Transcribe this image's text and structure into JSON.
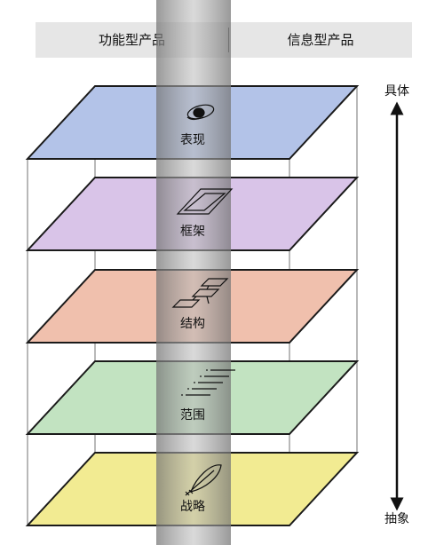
{
  "header": {
    "left_label": "功能型产品",
    "right_label": "信息型产品"
  },
  "axis": {
    "top_label": "具体",
    "bottom_label": "抽象"
  },
  "layers": [
    {
      "label": "表现",
      "color": "#b3c3e8",
      "icon": "eye-icon"
    },
    {
      "label": "框架",
      "color": "#d9c4e8",
      "icon": "wireframe-icon"
    },
    {
      "label": "结构",
      "color": "#f0c0ad",
      "icon": "flowchart-icon"
    },
    {
      "label": "范围",
      "color": "#c2e3c1",
      "icon": "list-icon"
    },
    {
      "label": "战略",
      "color": "#f2eb92",
      "icon": "feather-icon"
    }
  ],
  "colors": {
    "outline": "#1a1a1a",
    "frame": "#8a8a8a",
    "header_bg": "#e6e6e6",
    "center_beam": "#9a9a9a"
  }
}
